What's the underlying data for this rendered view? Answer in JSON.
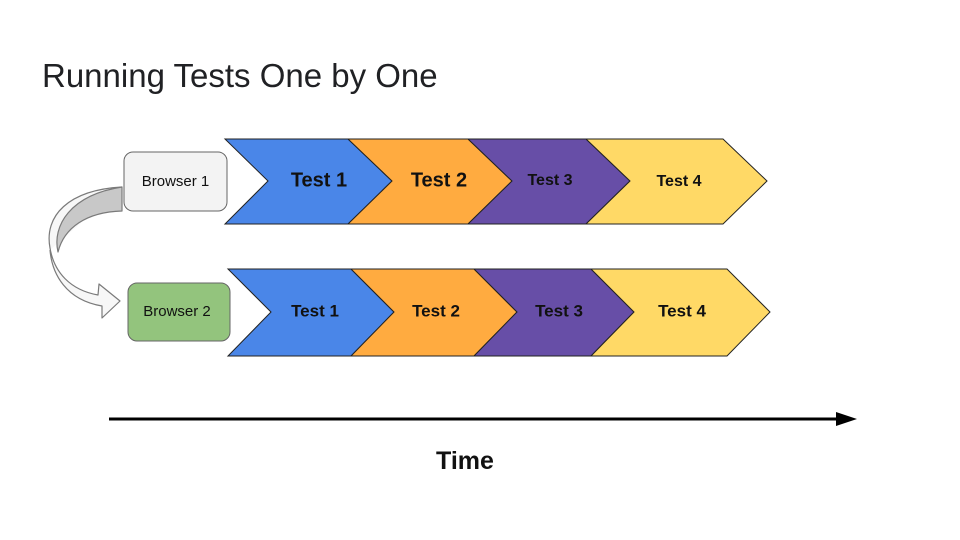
{
  "title": "Running Tests One by One",
  "lanes": [
    {
      "browser": "Browser 1",
      "browser_fill": "#f3f3f3",
      "tests": [
        "Test 1",
        "Test 2",
        "Test 3",
        "Test 4"
      ]
    },
    {
      "browser": "Browser 2",
      "browser_fill": "#93c47d",
      "tests": [
        "Test 1",
        "Test 2",
        "Test 3",
        "Test 4"
      ]
    }
  ],
  "test_colors": [
    "#4a86e8",
    "#ffab40",
    "#674ea7",
    "#ffd966"
  ],
  "axis_label": "Time",
  "connector_icon": "curved-arrow-icon"
}
